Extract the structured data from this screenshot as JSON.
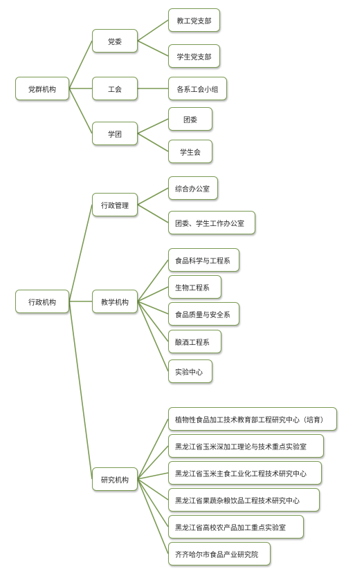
{
  "org": {
    "party": {
      "label": "党群机构",
      "groups": [
        {
          "label": "党委",
          "items": [
            "教工党支部",
            "学生党支部"
          ]
        },
        {
          "label": "工会",
          "items": [
            "各系工会小组"
          ]
        },
        {
          "label": "学团",
          "items": [
            "团委",
            "学生会"
          ]
        }
      ]
    },
    "admin": {
      "label": "行政机构",
      "groups": [
        {
          "label": "行政管理",
          "items": [
            "综合办公室",
            "团委、学生工作办公室"
          ]
        },
        {
          "label": "教学机构",
          "items": [
            "食品科学与工程系",
            "生物工程系",
            "食品质量与安全系",
            "酿酒工程系",
            "实验中心"
          ]
        },
        {
          "label": "研究机构",
          "items": [
            "植物性食品加工技术教育部工程研究中心（培育）",
            "黑龙江省玉米深加工理论与技术重点实验室",
            "黑龙江省玉米主食工业化工程技术研究中心",
            "黑龙江省果蔬杂粮饮品工程技术研究中心",
            "黑龙江省高校农产品加工重点实验室",
            "齐齐哈尔市食品产业研究院"
          ]
        }
      ]
    }
  },
  "colors": {
    "connector": "#7a9a52",
    "border": "#7a9a52",
    "text": "#222222"
  }
}
